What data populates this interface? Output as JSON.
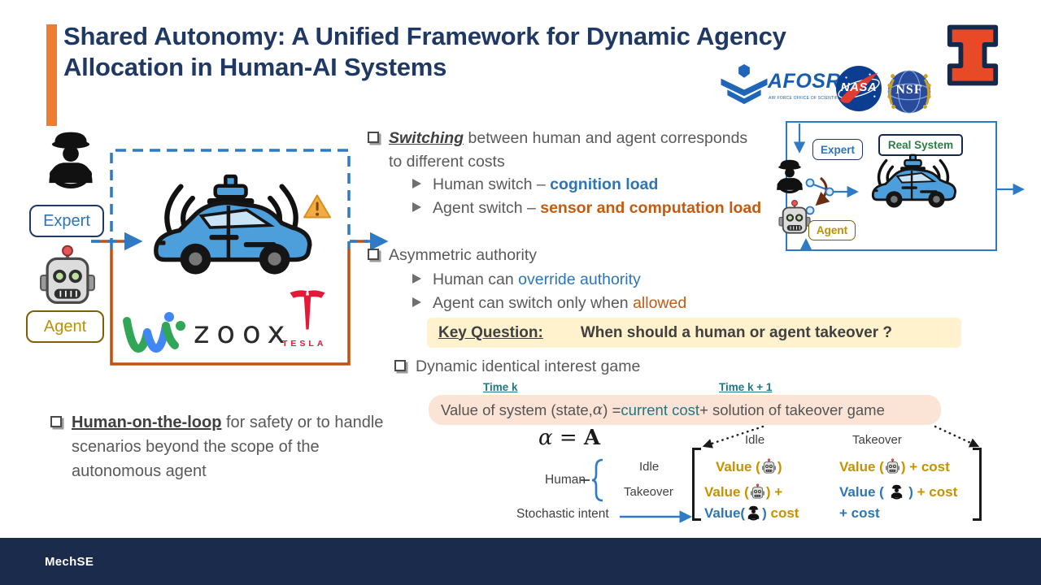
{
  "header": {
    "title_line1": "Shared Autonomy: A Unified Framework for Dynamic Agency",
    "title_line2": "Allocation in Human-AI Systems"
  },
  "logos": {
    "afosr_name": "AFOSR",
    "afosr_subtitle": "AIR FORCE OFFICE OF SCIENTIFIC RESEARCH",
    "nasa_name": "NASA",
    "nsf_name": "NSF"
  },
  "left_diagram": {
    "expert_label": "Expert",
    "agent_label": "Agent",
    "zoox_logo_text": "zoox",
    "tesla_logo_text": "TESLA"
  },
  "right_diagram": {
    "expert_label": "Expert",
    "agent_label": "Agent",
    "real_system_label": "Real System"
  },
  "bullets": {
    "switching": {
      "lead": "Switching",
      "rest": " between human and agent corresponds to different costs",
      "human_switch_plain": "Human switch – ",
      "human_switch_em": "cognition load",
      "agent_switch_plain": "Agent switch – ",
      "agent_switch_em": "sensor and computation load"
    },
    "asymmetric": {
      "title": "Asymmetric authority",
      "human_plain": "Human can ",
      "human_em": "override authority",
      "agent_plain": "Agent can switch only when ",
      "agent_em": "allowed"
    },
    "game_title": "Dynamic identical interest game",
    "human_on_loop": {
      "lead": "Human-on-the-loop",
      "rest": " for safety or to handle scenarios beyond the scope of the autonomous agent"
    }
  },
  "key_question": {
    "label": "Key Question:",
    "text": "When should a human or agent takeover ?"
  },
  "value_equation": {
    "time_k": "Time k",
    "time_k1": "Time k + 1",
    "pre": "Value of system (state, ",
    "alpha": "α",
    "mid": ") = ",
    "current_cost": "current cost",
    "post": " + solution of takeover game"
  },
  "formula": {
    "alpha": "α",
    "eq": " = ",
    "matrix_symbol": "A"
  },
  "matrix": {
    "col_idle": "Idle",
    "col_takeover": "Takeover",
    "row_idle": "Idle",
    "row_takeover": "Takeover",
    "human_label": "Human",
    "stochastic_label": "Stochastic intent",
    "cells": {
      "ii_pre": "Value (",
      "ii_post": ")",
      "it_pre": "Value (",
      "it_post": ") + cost",
      "ti_l1_pre": "Value (",
      "ti_l1_post": ") +",
      "ti_l2_blue_pre": "Value(",
      "ti_l2_blue_post": ")",
      "ti_l2_gold": " cost",
      "tt_l1_blue_pre": "Value ( ",
      "tt_l1_blue_post": " )",
      "tt_l1_gold": " + cost",
      "tt_l2_blue": "+ cost"
    }
  },
  "footer": {
    "dept": "MechSE"
  },
  "colors": {
    "navy": "#1F3864",
    "accent_orange": "#ED7D31",
    "body_gray": "#595959",
    "blue": "#2E75B6",
    "rust": "#C55A11",
    "teal": "#1F7888",
    "gold": "#BF9000",
    "cream_bg": "#FFF2CC",
    "peach_bg": "#FBE3D6",
    "footer_navy": "#1B2B4C"
  }
}
